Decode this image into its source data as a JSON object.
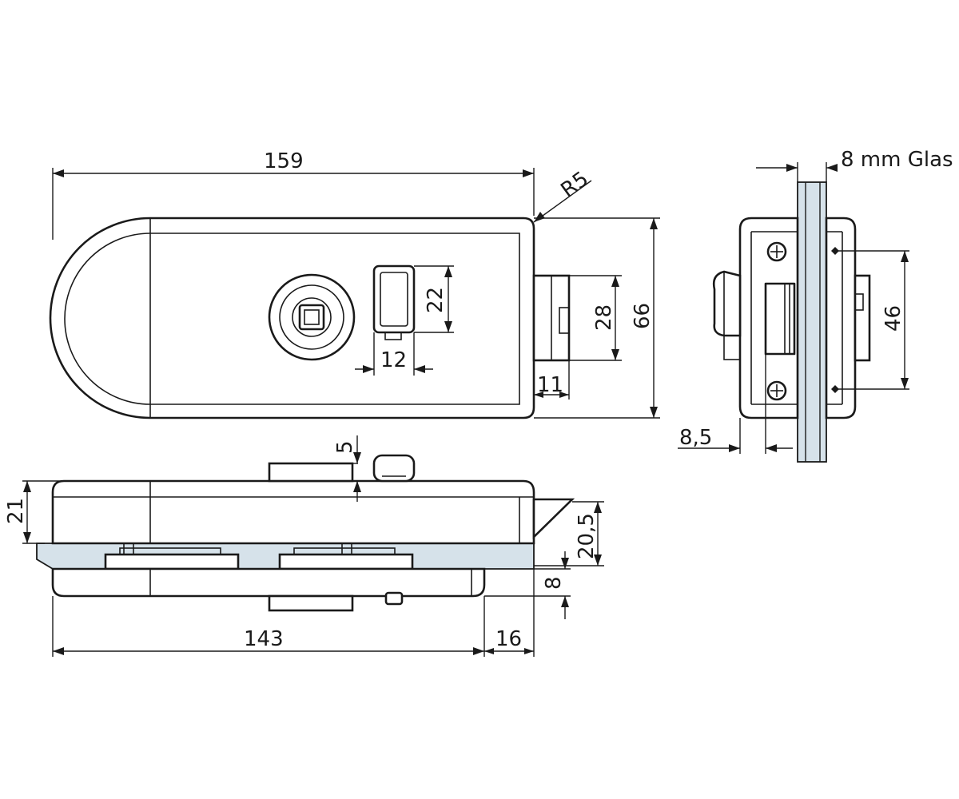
{
  "dimensions": {
    "length_total": "159",
    "corner_radius": "R5",
    "height_total": "66",
    "strike_height": "28",
    "lock_opening_height": "22",
    "lock_opening_width": "12",
    "strike_offset": "11",
    "glass_thickness": "8 mm Glas",
    "hole_spacing": "46",
    "side_offset": "8,5",
    "knob_offset": "5",
    "body_thickness": "21",
    "bolt_height": "20,5",
    "glass_dim": "8",
    "bottom_length": "143",
    "bottom_overhang": "16"
  },
  "colors": {
    "line": "#1a1a1a",
    "glass": "#d6e2ea",
    "background": "#ffffff"
  }
}
